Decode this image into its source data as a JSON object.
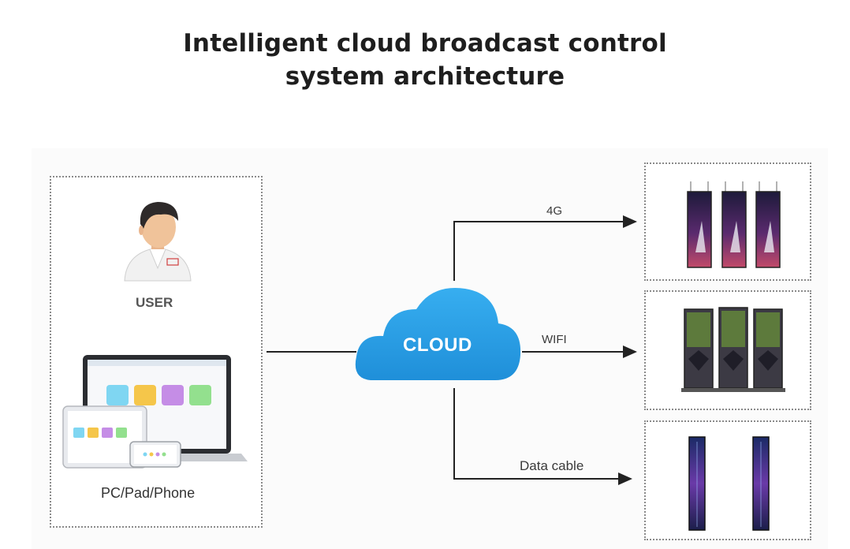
{
  "title": {
    "line1": "Intelligent cloud broadcast control",
    "line2": "system architecture"
  },
  "user_panel": {
    "user_label": "USER",
    "devices_label": "PC/Pad/Phone"
  },
  "cloud": {
    "label": "CLOUD",
    "color": "#2da1ea"
  },
  "links": [
    {
      "label": "4G"
    },
    {
      "label": "WIFI"
    },
    {
      "label": "Data cable"
    }
  ],
  "app_tile_colors": [
    "#7fd6f2",
    "#f5c64a",
    "#c58de6",
    "#93e08e"
  ]
}
